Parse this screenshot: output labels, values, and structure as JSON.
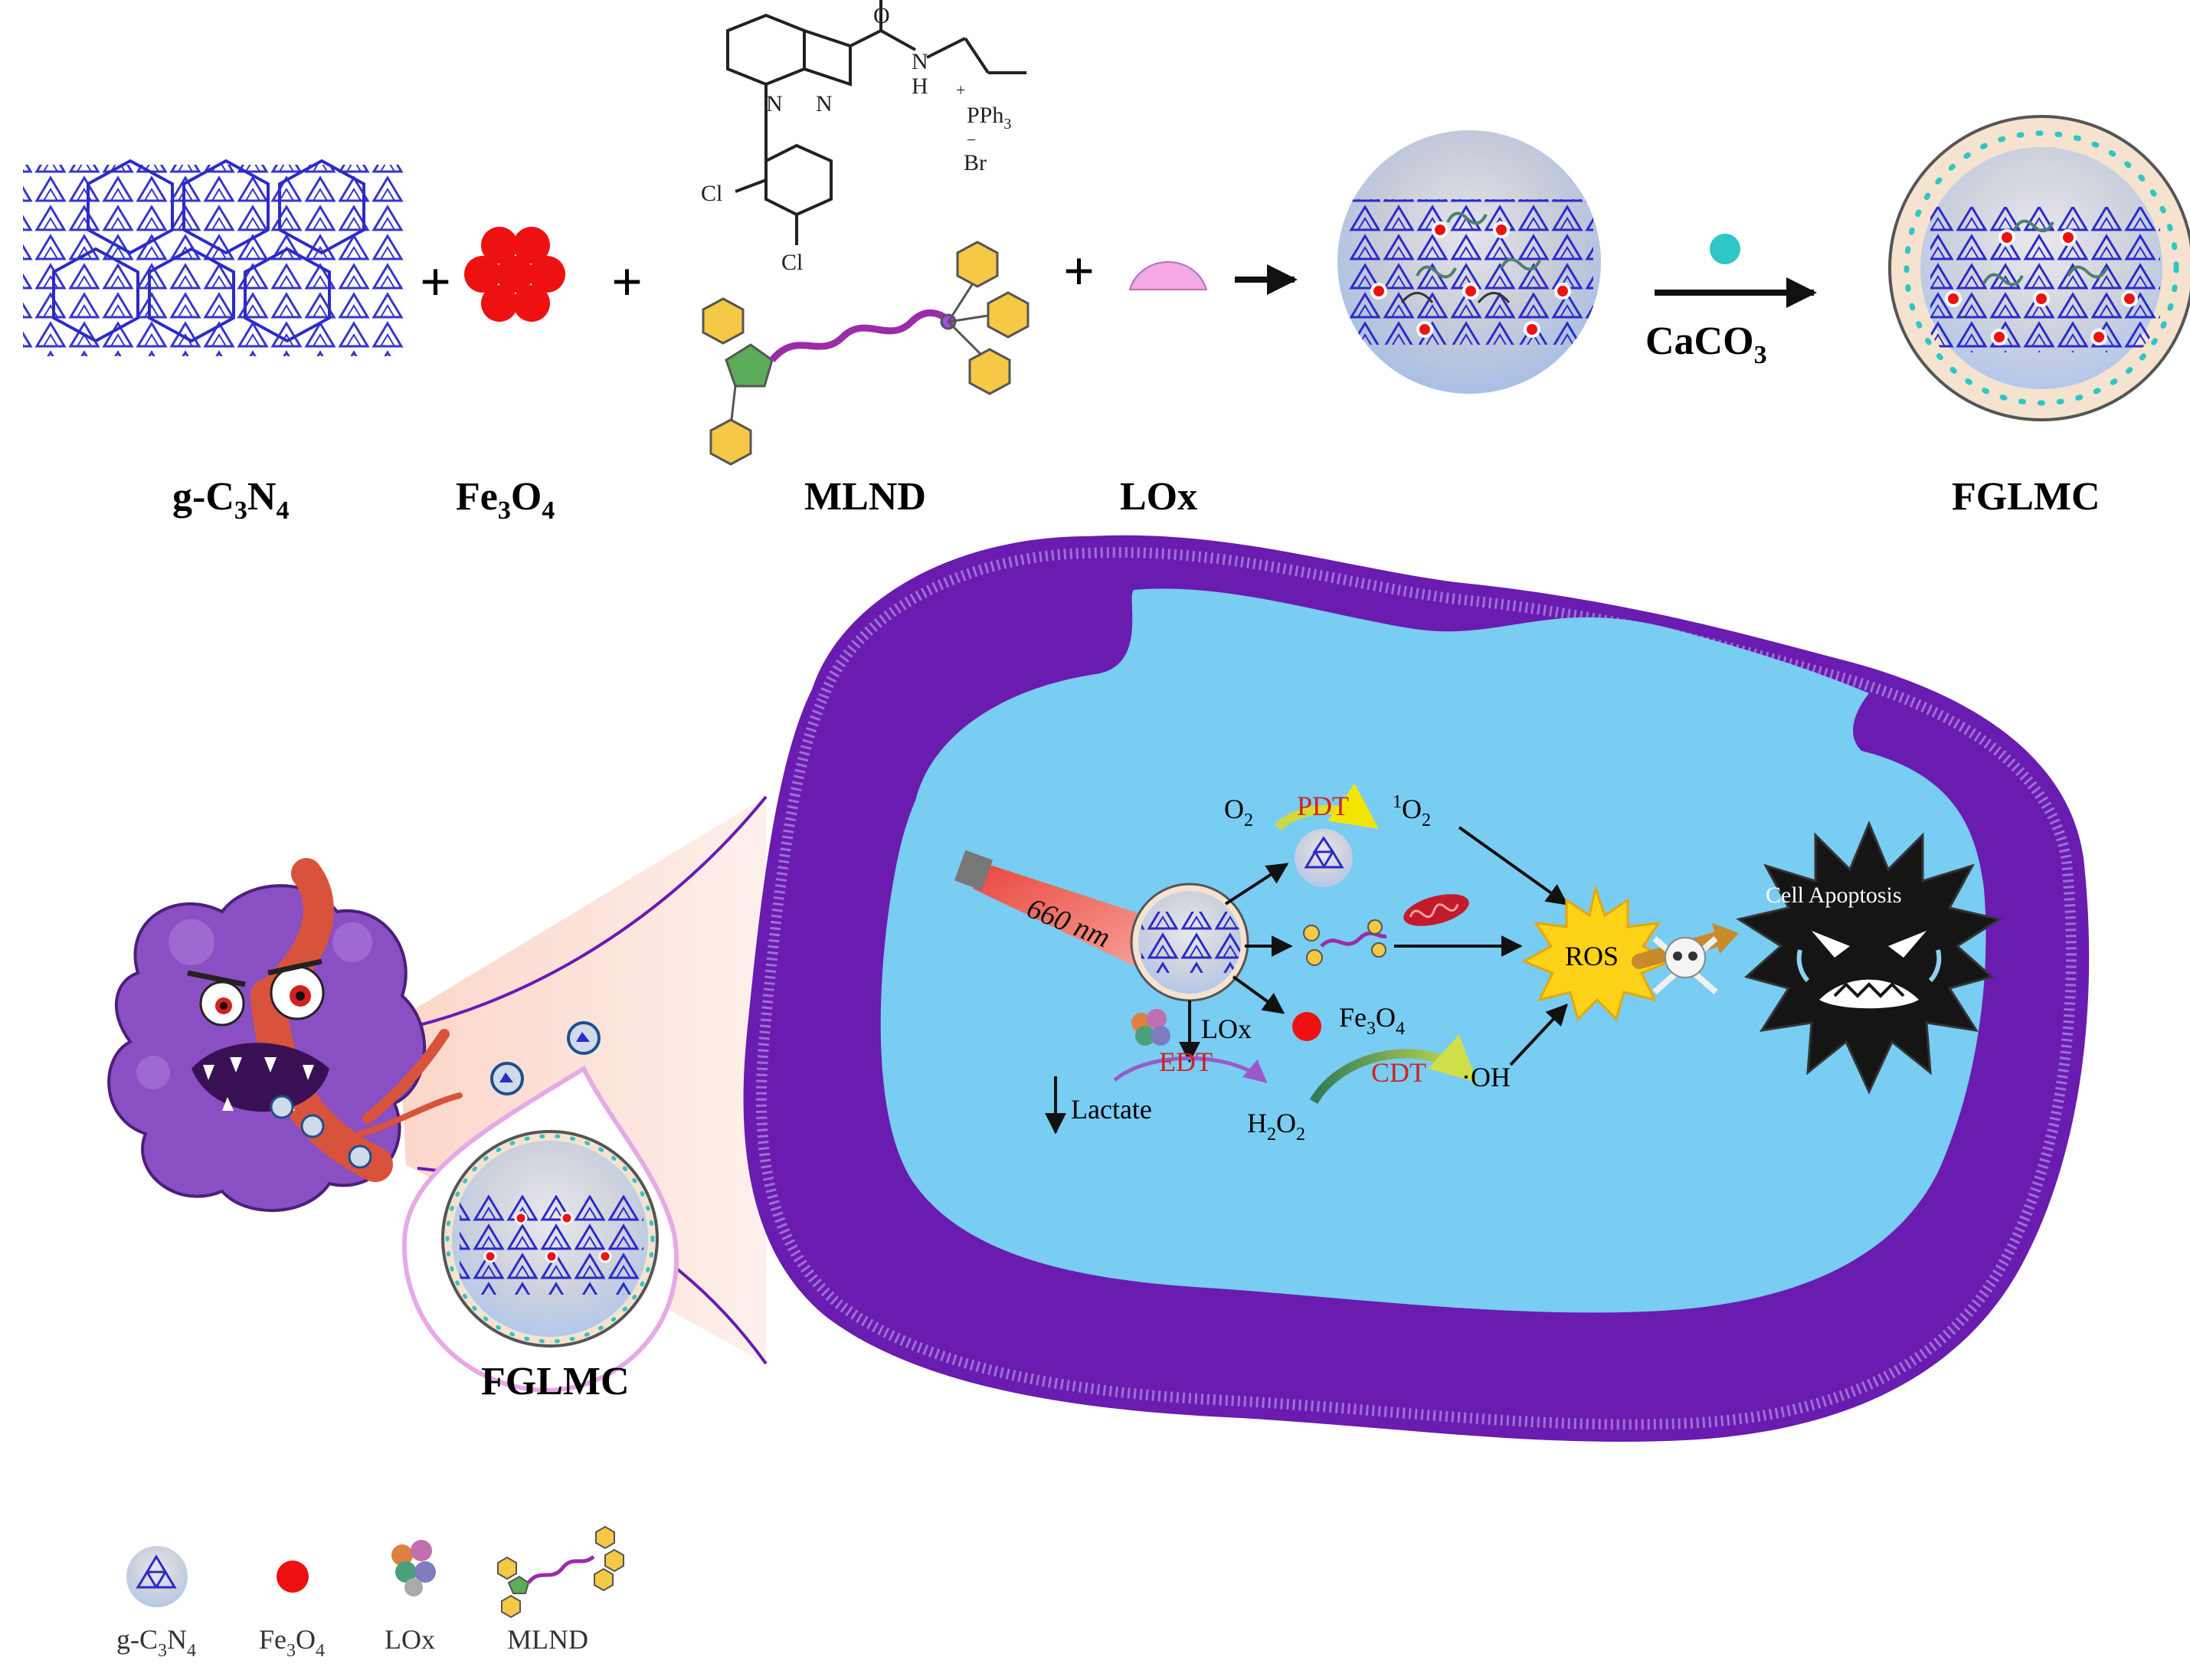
{
  "synthesis": {
    "plus": "+",
    "labels": {
      "gcn": {
        "main": "g-C",
        "sub1": "3",
        "mid": "N",
        "sub2": "4"
      },
      "fe3o4": {
        "main": "Fe",
        "sub1": "3",
        "mid": "O",
        "sub2": "4"
      },
      "mlnd": "MLND",
      "lox": "LOx",
      "fglmc": "FGLMC"
    },
    "caco3": {
      "main": "CaCO",
      "sub": "3"
    },
    "molecule": {
      "carbonyl_o": "O",
      "nh_n": "N",
      "nh_h": "H",
      "ring_n1": "N",
      "ring_n2": "N",
      "pph3_charge": "+",
      "pph3": "PPh",
      "pph3_sub": "3",
      "br_charge": "−",
      "br": "Br",
      "cl1": "Cl",
      "cl2": "Cl"
    }
  },
  "cell": {
    "laser": "660 nm",
    "o2": {
      "main": "O",
      "sub": "2"
    },
    "singlet_o2": {
      "sup": "1",
      "main": "O",
      "sub": "2"
    },
    "pdt": "PDT",
    "lox_step": "LOx",
    "fe3o4": {
      "main": "Fe",
      "sub1": "3",
      "mid": "O",
      "sub2": "4"
    },
    "edt": "EDT",
    "cdt": "CDT",
    "lactate": "Lactate",
    "h2o2": {
      "main": "H",
      "sub1": "2",
      "mid": "O",
      "sub2": "2"
    },
    "oh": "·OH",
    "ros": "ROS",
    "apoptosis": "Cell Apoptosis"
  },
  "drop_label": "FGLMC",
  "legend": [
    {
      "icon": "gcn-particle-icon",
      "main": "g-C",
      "sub1": "3",
      "mid": "N",
      "sub2": "4"
    },
    {
      "icon": "fe3o4-dot-icon",
      "main": "Fe",
      "sub1": "3",
      "mid": "O",
      "sub2": "4"
    },
    {
      "icon": "lox-enzyme-icon",
      "main": "LOx"
    },
    {
      "icon": "mlnd-molecule-icon",
      "main": "MLND"
    }
  ],
  "colors": {
    "lattice": "#2b2bc8",
    "fe3o4": "#ee1111",
    "lox": "#f4a8e6",
    "cytoplasm": "#79ccf2",
    "membrane": "#6a1bb0",
    "tumor": "#8a4fc2",
    "vessel": "#d9533c",
    "caco3_dot": "#2ec6c6",
    "pdt_text": "#d42020",
    "ros": "#ffd21a",
    "apoptosis_cell": "#151515",
    "mlnd_hex": "#f5c845",
    "mlnd_pent": "#5aac58",
    "mlnd_chain": "#9b2ca8"
  }
}
